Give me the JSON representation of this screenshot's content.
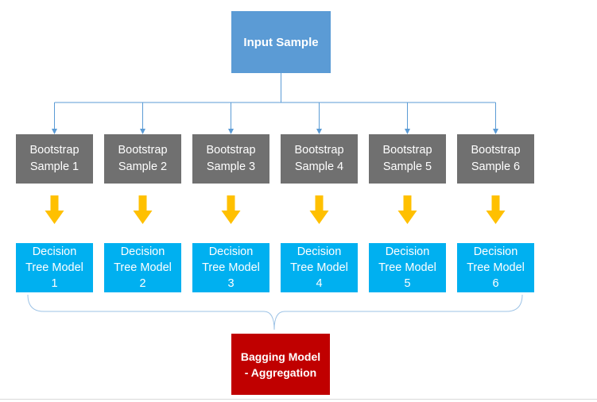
{
  "input": {
    "label": "Input Sample"
  },
  "bootstrap_samples": [
    {
      "label": "Bootstrap\nSample 1"
    },
    {
      "label": "Bootstrap\nSample 2"
    },
    {
      "label": "Bootstrap\nSample 3"
    },
    {
      "label": "Bootstrap\nSample 4"
    },
    {
      "label": "Bootstrap\nSample 5"
    },
    {
      "label": "Bootstrap\nSample 6"
    }
  ],
  "tree_models": [
    {
      "label": "Decision\nTree Model\n1"
    },
    {
      "label": "Decision\nTree Model\n2"
    },
    {
      "label": "Decision\nTree Model\n3"
    },
    {
      "label": "Decision\nTree Model\n4"
    },
    {
      "label": "Decision\nTree Model\n5"
    },
    {
      "label": "Decision\nTree Model\n6"
    }
  ],
  "aggregation": {
    "label": "Bagging Model\n- Aggregation"
  },
  "colors": {
    "input": "#5b9bd5",
    "bootstrap": "#707070",
    "tree": "#00b0f0",
    "aggregation": "#c00000",
    "connector": "#5b9bd5",
    "arrow": "#ffc000",
    "brace": "#9dc3e6"
  }
}
